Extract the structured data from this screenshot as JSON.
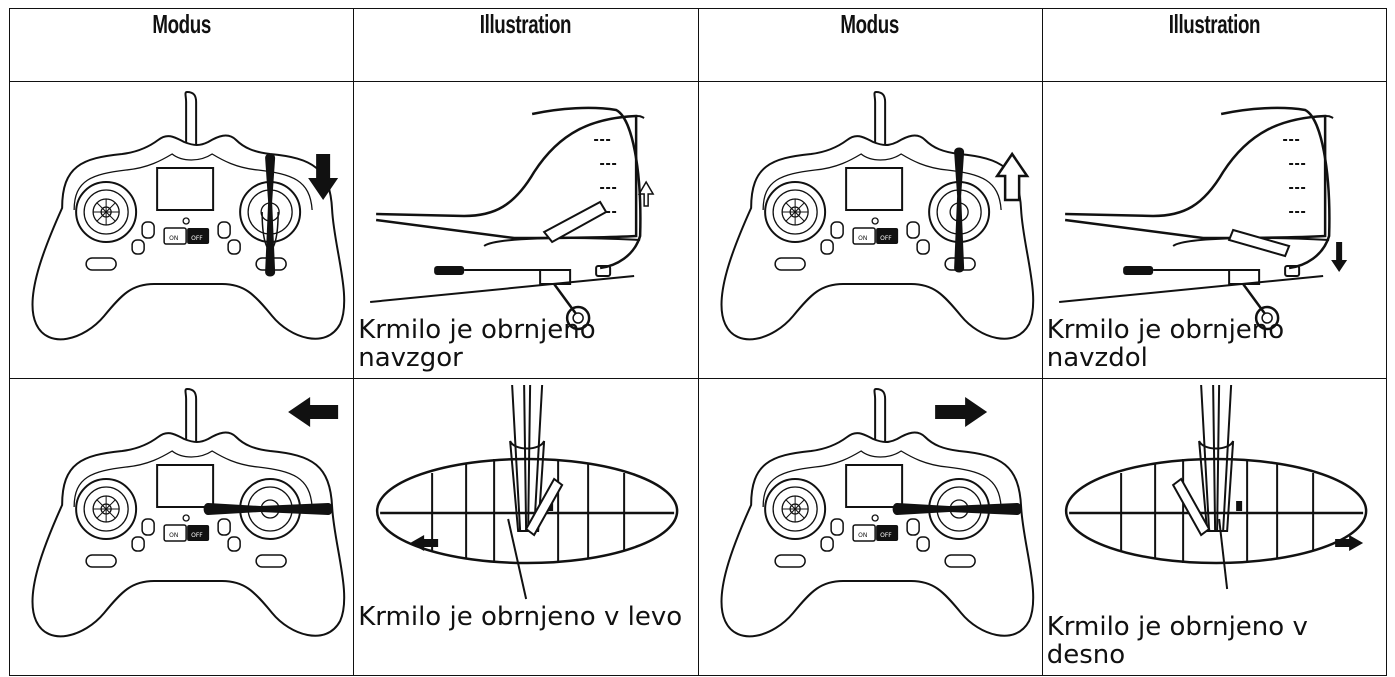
{
  "table": {
    "headers": [
      "Modus",
      "Illustration",
      "Modus",
      "Illustration"
    ],
    "rows": [
      {
        "left_caption": "Krmilo je obrnjeno navzgor",
        "right_caption": "Krmilo je obrnjeno navzdol"
      },
      {
        "left_caption": "Krmilo je obrnjeno v levo",
        "right_caption": "Krmilo je obrnjeno v desno"
      }
    ]
  },
  "icons": {
    "controller": "transmitter-icon",
    "elevator": "elevator-tail-icon",
    "rudder": "rudder-tail-icon",
    "arrows": [
      "arrow-down-icon",
      "arrow-up-icon",
      "arrow-left-icon",
      "arrow-right-icon"
    ]
  },
  "colors": {
    "line": "#111111",
    "background": "#ffffff"
  }
}
